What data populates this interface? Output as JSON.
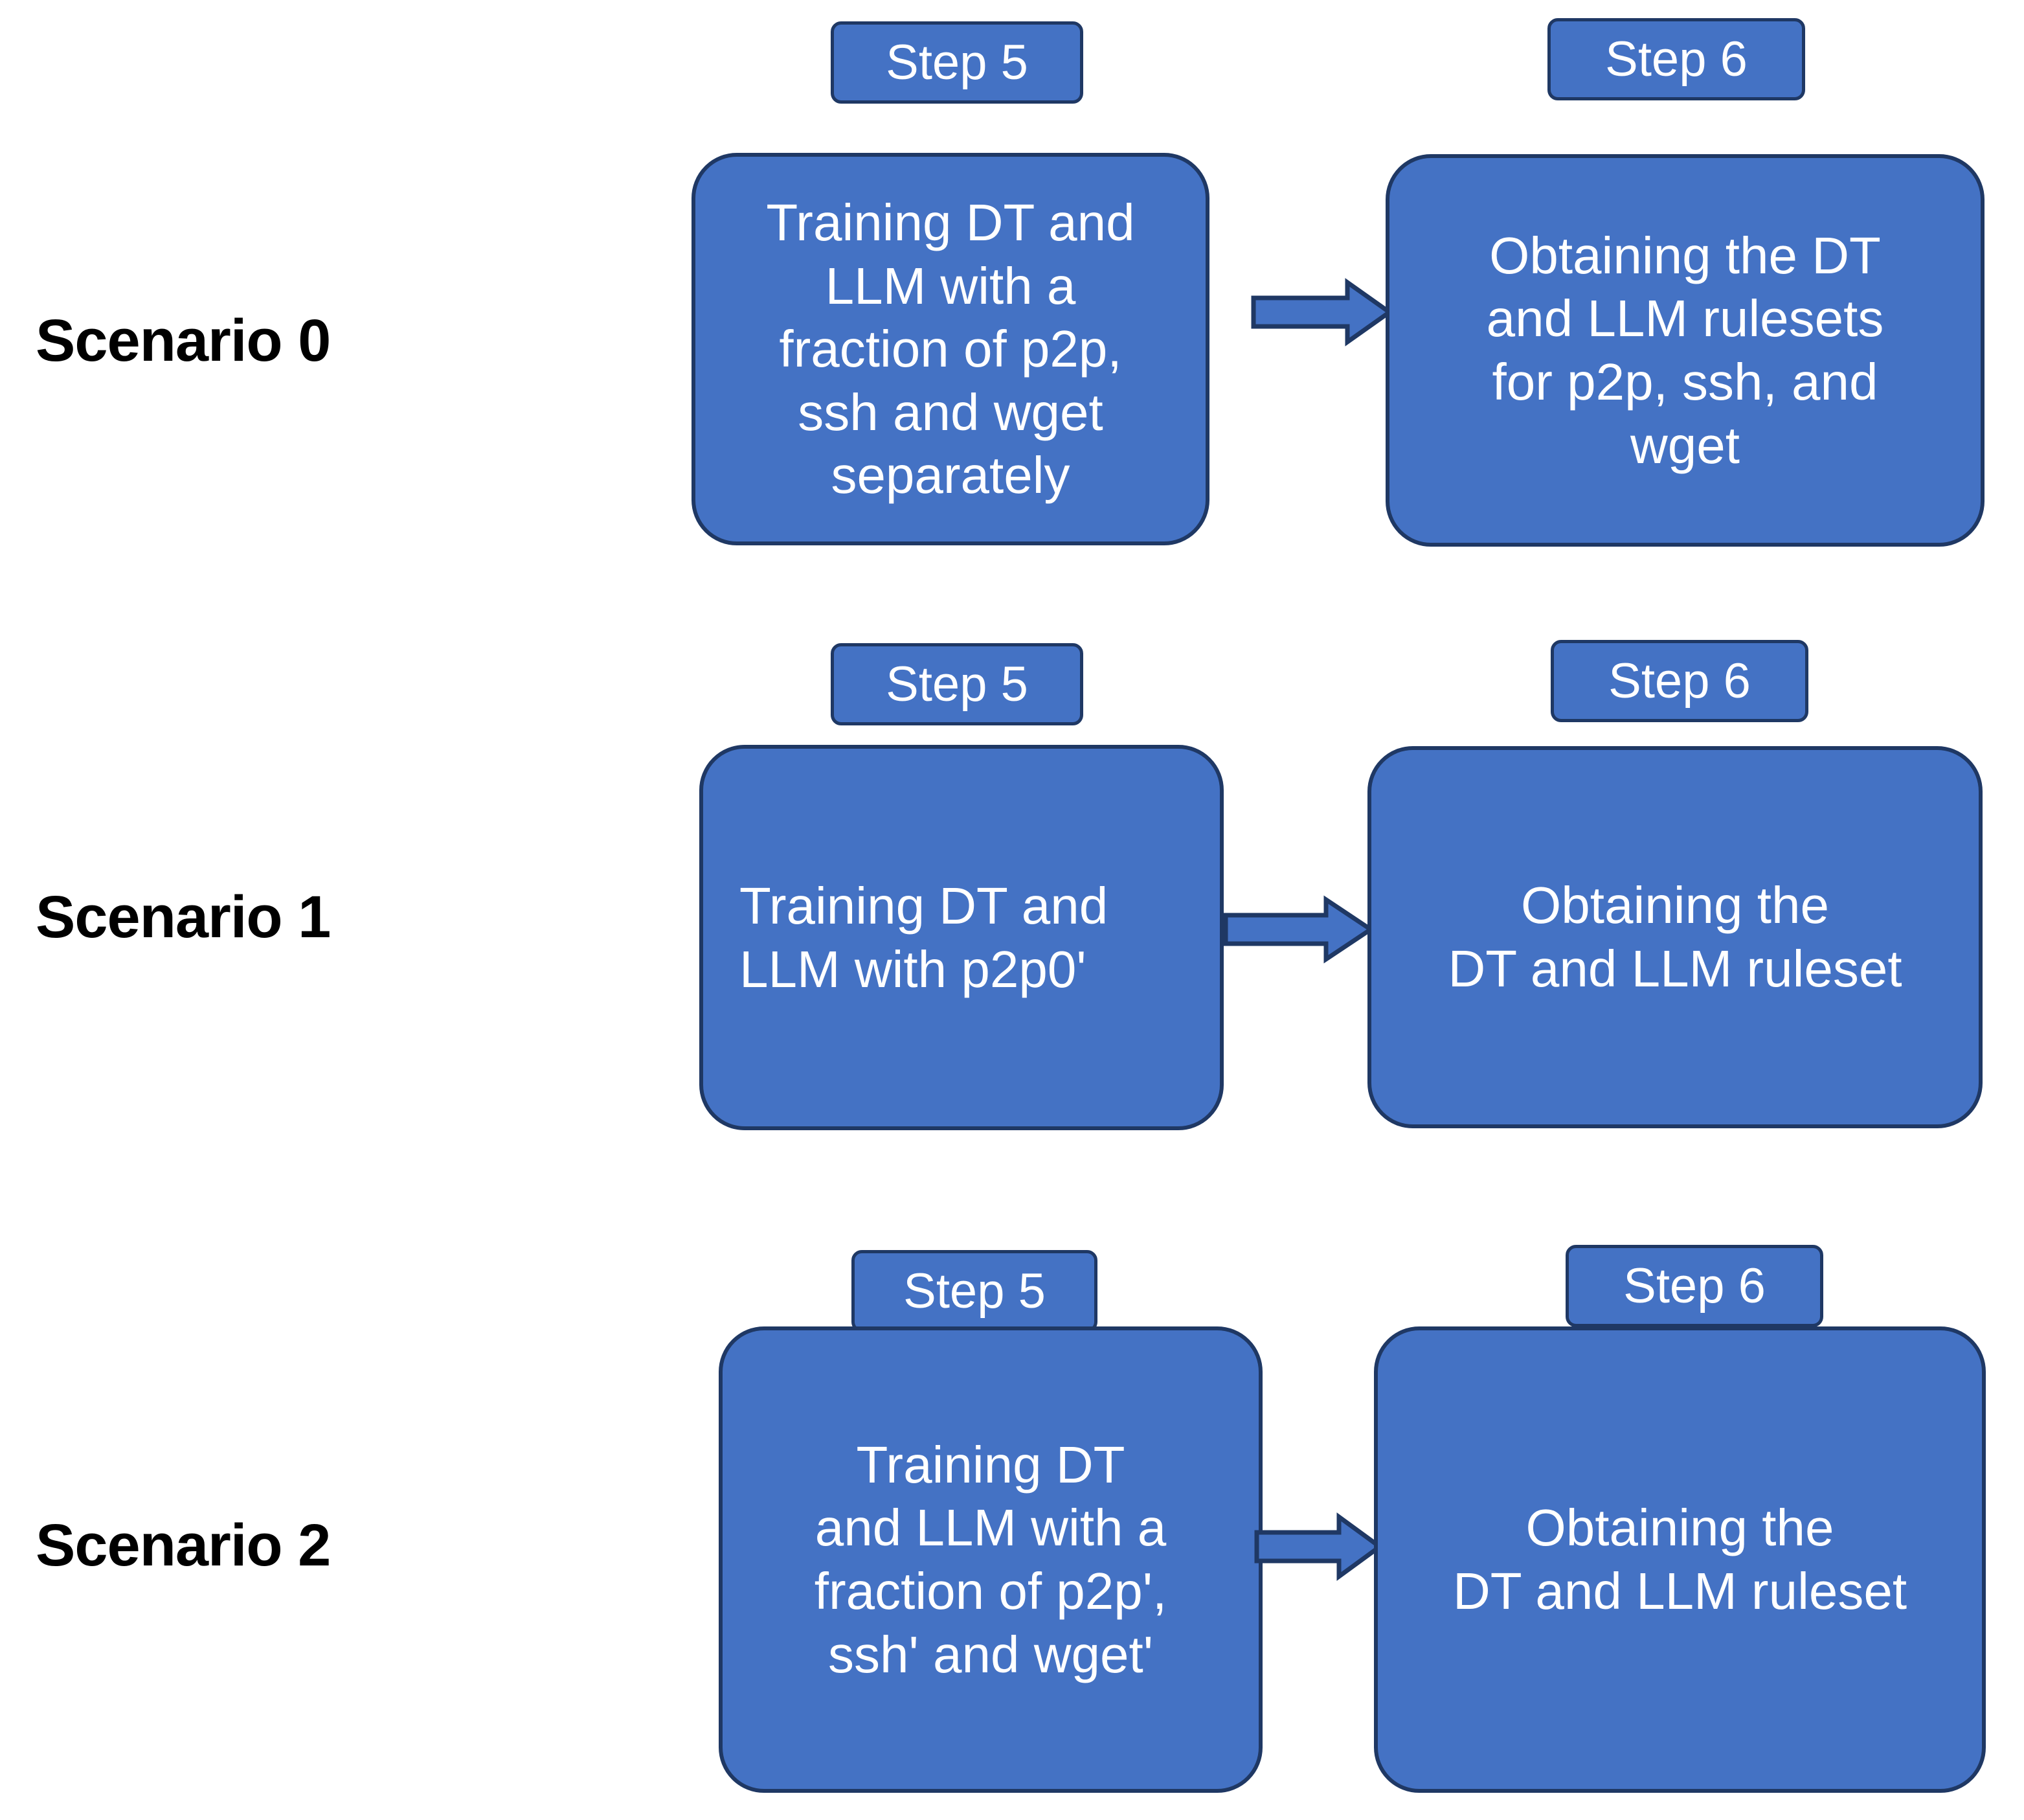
{
  "diagram": {
    "title": "Scenario step flow diagram",
    "colors": {
      "box_fill": "#4472C4",
      "box_border": "#1F3864",
      "arrow_fill": "#4472C4",
      "arrow_border": "#1F3864",
      "label_text": "#000000",
      "box_text": "#FFFFFF",
      "background": "#FFFFFF"
    },
    "rows": [
      {
        "label": "Scenario 0",
        "step_left": "Step 5",
        "step_right": "Step 6",
        "box_left": "Training DT and\nLLM with a\nfraction of p2p,\nssh and wget\nseparately",
        "box_right": "Obtaining the DT\nand LLM rulesets\nfor p2p, ssh, and\nwget",
        "arrow": "arrow-right"
      },
      {
        "label": "Scenario 1",
        "step_left": "Step 5",
        "step_right": "Step 6",
        "box_left": "Training DT and\nLLM with p2p0'",
        "box_right": "Obtaining the\nDT and LLM ruleset",
        "arrow": "arrow-right"
      },
      {
        "label": "Scenario 2",
        "step_left": "Step 5",
        "step_right": "Step 6",
        "box_left": "Training DT\nand LLM with a\nfraction of p2p',\nssh' and wget'",
        "box_right": "Obtaining the\nDT and LLM ruleset",
        "arrow": "arrow-right"
      }
    ]
  }
}
